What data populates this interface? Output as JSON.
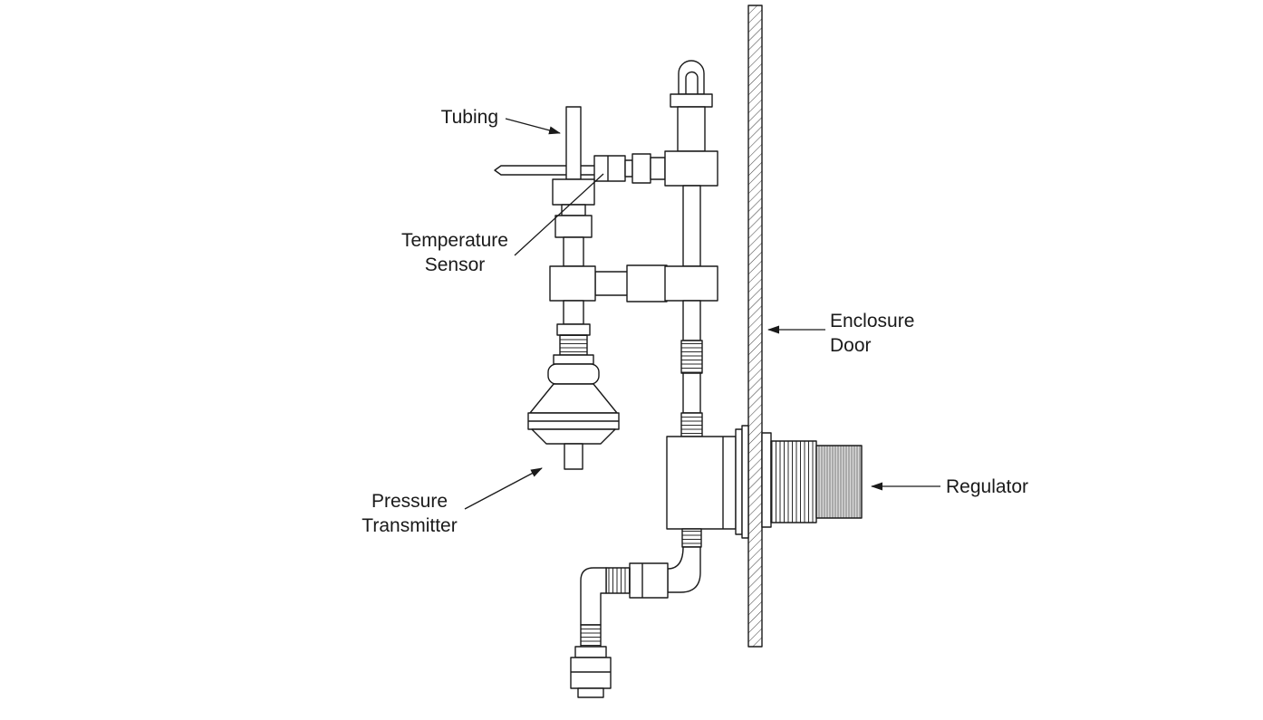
{
  "labels": {
    "tubing": "Tubing",
    "temperature_sensor": {
      "line1": "Temperature",
      "line2": "Sensor"
    },
    "enclosure_door": {
      "line1": "Enclosure",
      "line2": "Door"
    },
    "pressure_transmitter": {
      "line1": "Pressure",
      "line2": "Transmitter"
    },
    "regulator": "Regulator"
  },
  "colors": {
    "line": "#1a1a1a",
    "background": "#ffffff",
    "knob_fill": "#d9d9d9"
  }
}
